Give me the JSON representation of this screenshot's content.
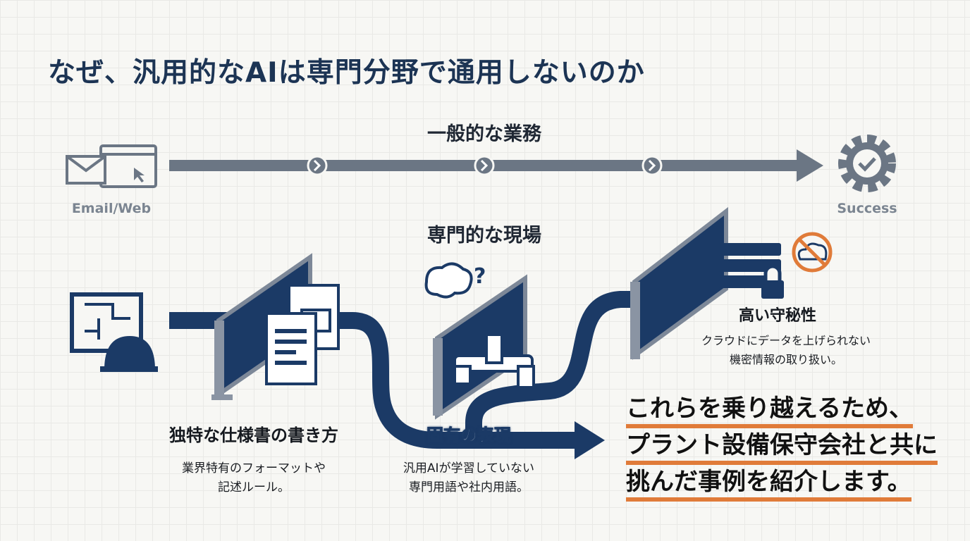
{
  "title": "なぜ、汎用的なAIは専門分野で通用しないのか",
  "general": {
    "heading": "一般的な業務",
    "start_label": "Email/Web",
    "end_label": "Success",
    "start_icon": "email-web-icon",
    "end_icon": "gear-check-icon"
  },
  "specialized": {
    "heading": "専門的な現場",
    "obstacles": [
      {
        "title": "独特な仕様書の書き方",
        "desc1": "業界特有のフォーマットや",
        "desc2": "記述ルール。",
        "icon": "documents-icon"
      },
      {
        "title": "固有の表現",
        "desc1": "汎用AIが学習していない",
        "desc2": "専門用語や社内用語。",
        "icon": "brain-question-icon"
      },
      {
        "title": "高い守秘性",
        "desc1": "クラウドにデータを上げられない",
        "desc2": "機密情報の取り扱い。",
        "icon": "server-lock-icon"
      }
    ]
  },
  "conclusion": [
    "これらを乗り越えるため、",
    "プラント設備保守会社と共に",
    "挑んだ事例を紹介します。"
  ],
  "colors": {
    "navy": "#1b3a66",
    "gray": "#6b7684",
    "accent": "#e07b39"
  }
}
